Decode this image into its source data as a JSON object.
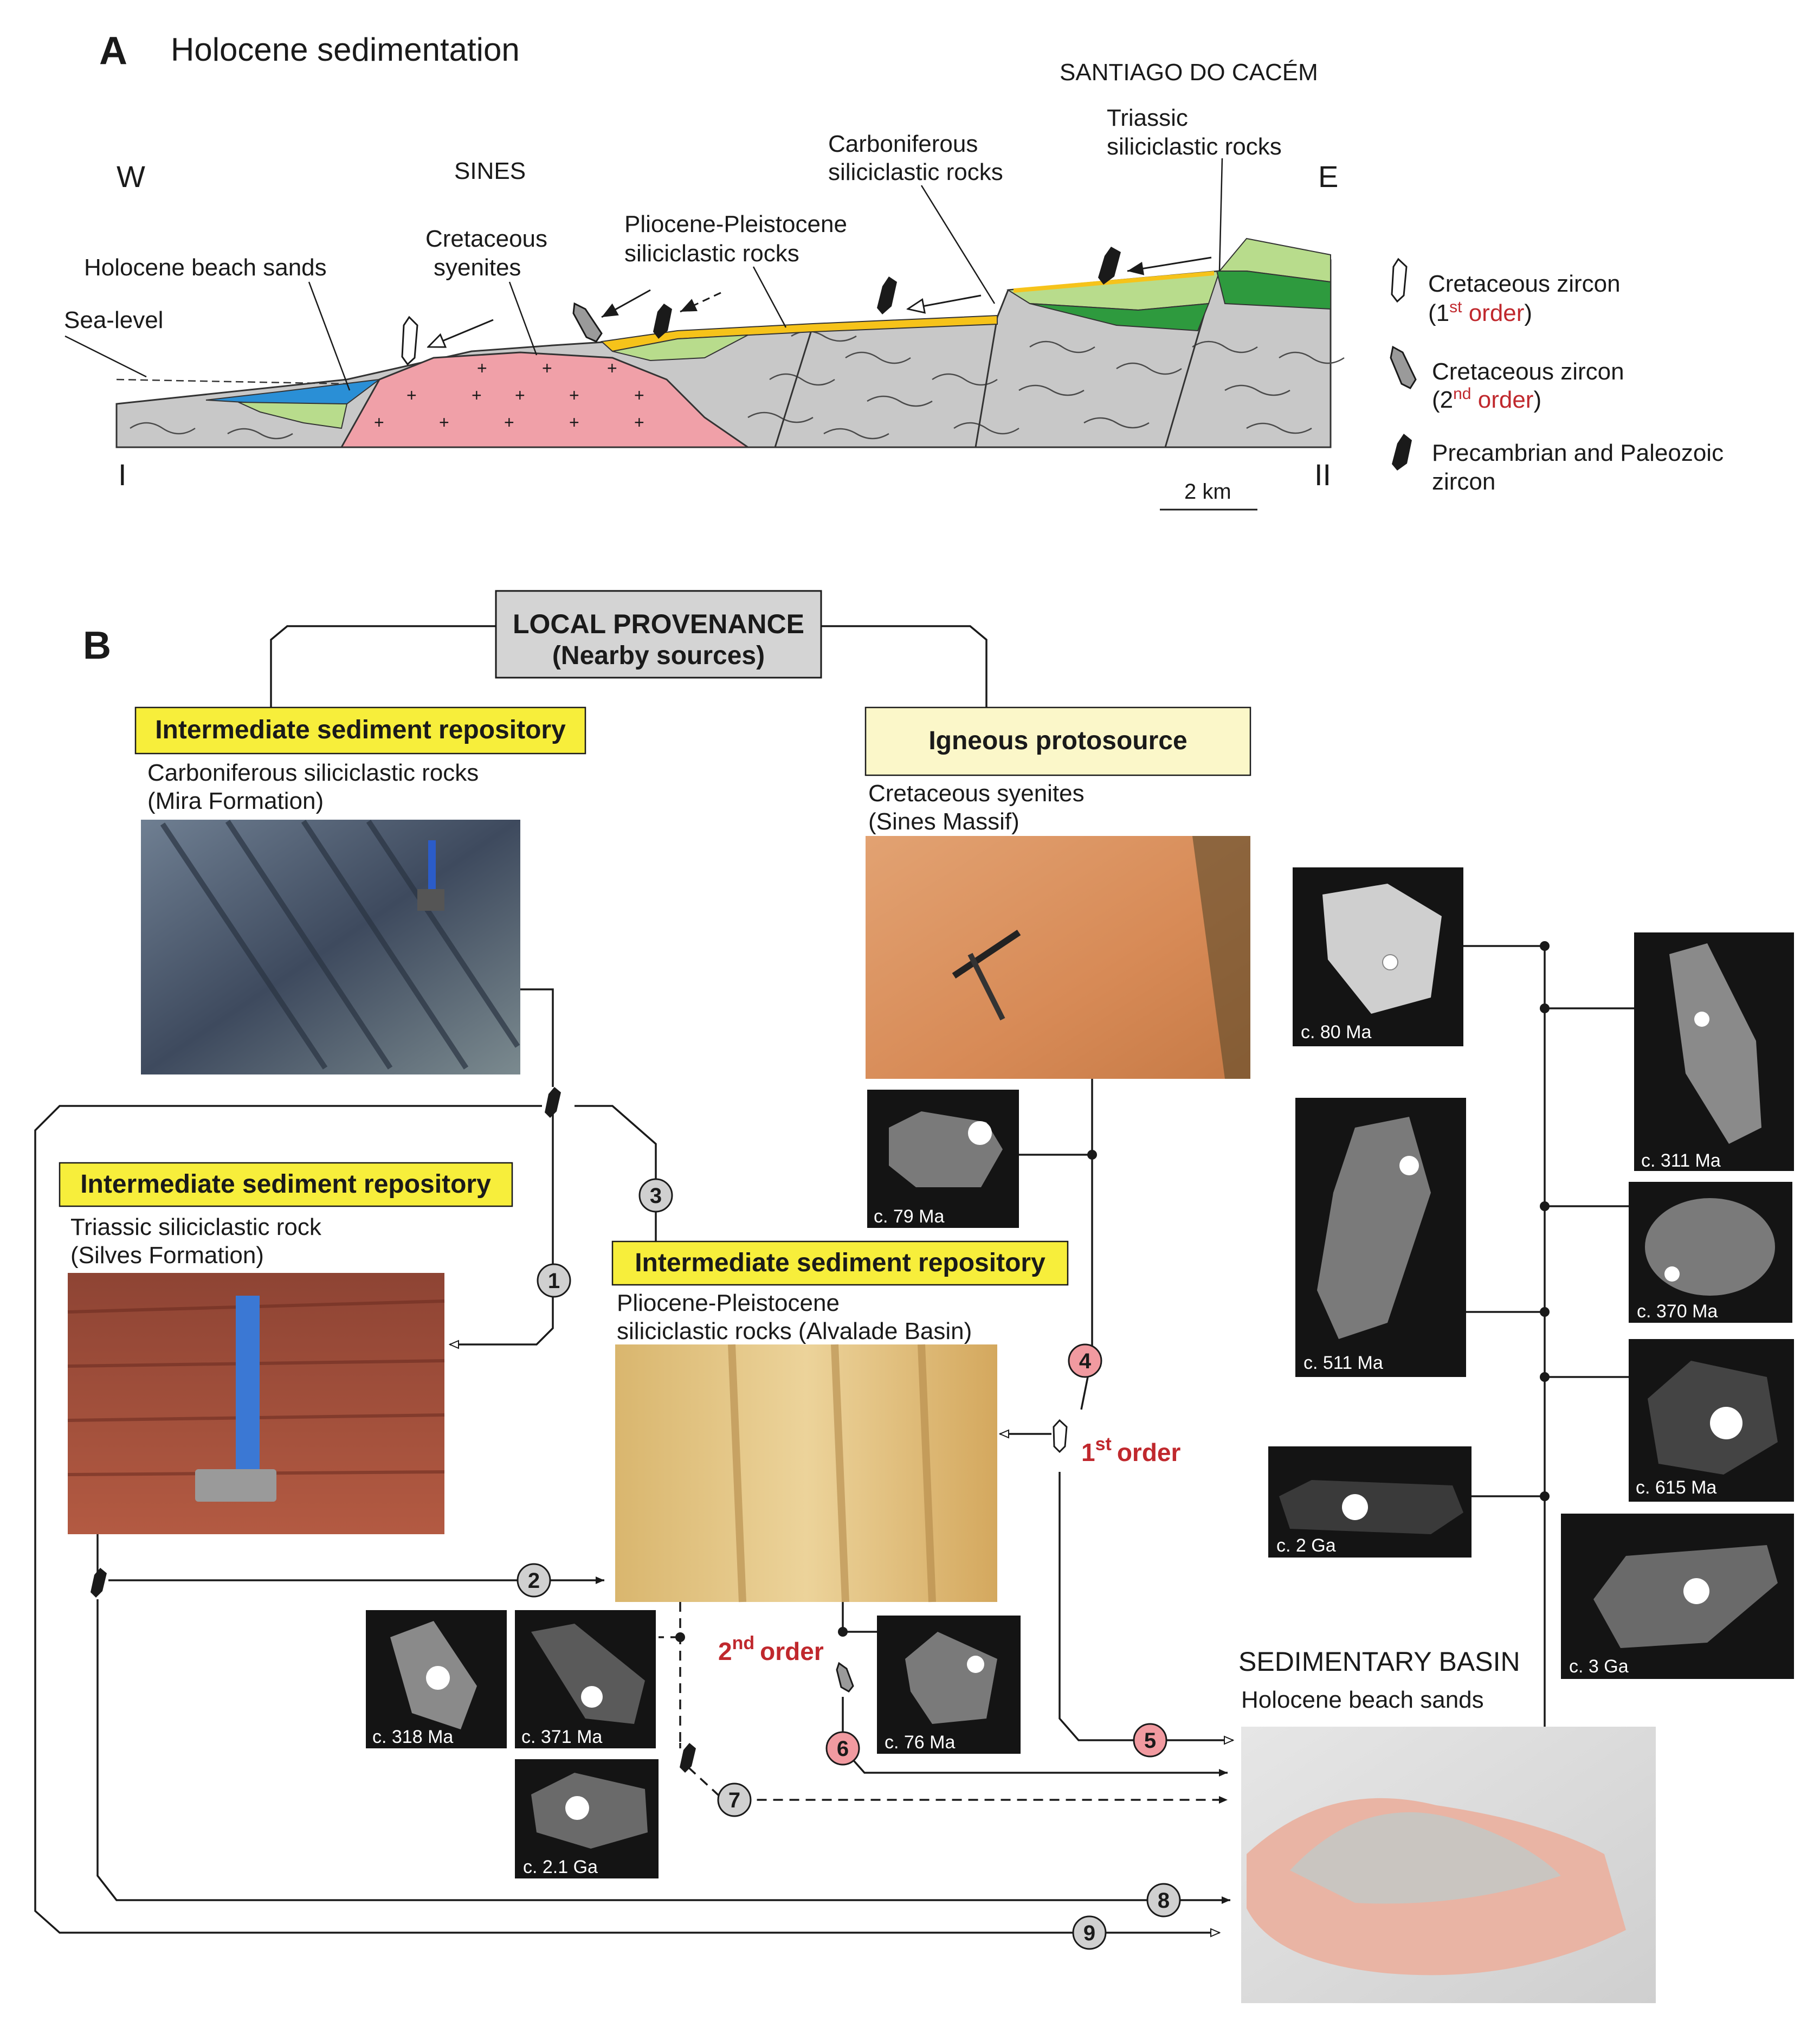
{
  "panel_a": {
    "letter": "A",
    "title": "Holocene sedimentation",
    "west": "W",
    "east": "E",
    "section_start": "I",
    "section_end": "II",
    "scale": "2 km",
    "places": {
      "sines": "SINES",
      "santiago": "SANTIAGO DO CACÉM"
    },
    "labels": {
      "sea_level": "Sea-level",
      "beach_sands": "Holocene beach sands",
      "syenites_1": "Cretaceous",
      "syenites_2": "syenites",
      "plio_1": "Pliocene-Pleistocene",
      "plio_2": "siliciclastic rocks",
      "carb_1": "Carboniferous",
      "carb_2": "siliciclastic rocks",
      "trias_1": "Triassic",
      "trias_2": "siliciclastic rocks"
    },
    "legend": {
      "z1_line1": "Cretaceous zircon",
      "z1_open": "(1",
      "z1_sup": "st",
      "z1_order": " order",
      "z1_close": ")",
      "z2_line1": "Cretaceous zircon",
      "z2_open": "(2",
      "z2_sup": "nd",
      "z2_order": " order",
      "z2_close": ")",
      "z3_line1": "Precambrian and Paleozoic",
      "z3_line2": "zircon"
    },
    "colors": {
      "rock": "#c8c8c8",
      "syenite": "#f0a0a8",
      "beach": "#2a8fd6",
      "plio": "#f6c31a",
      "green_light": "#b8dc8c",
      "green_dark": "#2e9a3e"
    }
  },
  "panel_b": {
    "letter": "B",
    "local_provenance_1": "LOCAL PROVENANCE",
    "local_provenance_2": "(Nearby sources)",
    "repo_carb": {
      "header": "Intermediate sediment repository",
      "line1": "Carboniferous siliciclastic rocks",
      "line2": "(Mira Formation)"
    },
    "igneous": {
      "header": "Igneous protosource",
      "line1": "Cretaceous syenites",
      "line2": "(Sines Massif)"
    },
    "repo_trias": {
      "header": "Intermediate sediment repository",
      "line1": "Triassic siliciclastic rock",
      "line2": "(Silves Formation)"
    },
    "repo_plio": {
      "header": "Intermediate sediment repository",
      "line1": "Pliocene-Pleistocene",
      "line2": "siliciclastic rocks (Alvalade Basin)"
    },
    "basin": {
      "title": "SEDIMENTARY BASIN",
      "subtitle": "Holocene beach sands"
    },
    "first_order_sup": "st",
    "first_order_num": "1",
    "first_order_word": "order",
    "second_order_num": "2",
    "second_order_sup": "nd",
    "second_order_word": "order",
    "steps": [
      "1",
      "2",
      "3",
      "4",
      "5",
      "6",
      "7",
      "8",
      "9"
    ],
    "ages": {
      "a79": "c. 79 Ma",
      "a80": "c. 80 Ma",
      "a311": "c. 311 Ma",
      "a511": "c. 511 Ma",
      "a370": "c. 370 Ma",
      "a615": "c. 615 Ma",
      "a2ga": "c. 2 Ga",
      "a3ga": "c. 3 Ga",
      "a318": "c. 318 Ma",
      "a371": "c. 371 Ma",
      "a21ga": "c. 2.1 Ga",
      "a76": "c. 76 Ma"
    },
    "colors": {
      "header_yellow": "#f7ee3b",
      "header_pale": "#fbf7c9",
      "grey_box": "#d4d4d4",
      "red_circle": "#f19aa0",
      "grey_circle": "#d0d0d0",
      "red_text": "#c0282d"
    }
  }
}
